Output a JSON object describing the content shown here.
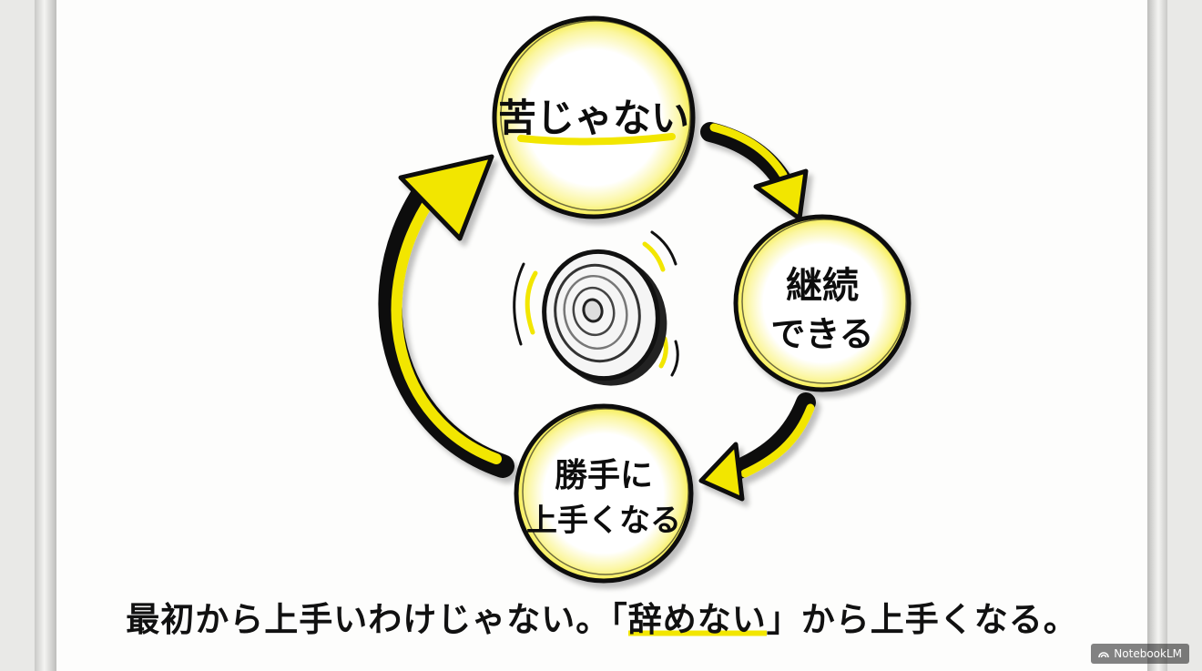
{
  "diagram": {
    "nodes": [
      {
        "id": "top",
        "lines": [
          "苦じゃない"
        ]
      },
      {
        "id": "right",
        "lines": [
          "継続",
          "できる"
        ]
      },
      {
        "id": "bottom",
        "lines": [
          "勝手に",
          "上手くなる"
        ]
      }
    ],
    "center_icon": "spinning-coin-icon"
  },
  "caption": {
    "part1": "最初から上手いわけじゃない。",
    "open_bracket": "「",
    "highlight": "辞めない",
    "close_bracket": "」",
    "part2": "から上手くなる。"
  },
  "colors": {
    "accent_yellow": "#f2e600",
    "ink": "#111111"
  },
  "watermark": {
    "icon": "notebooklm-logo-icon",
    "text": "NotebookLM"
  }
}
